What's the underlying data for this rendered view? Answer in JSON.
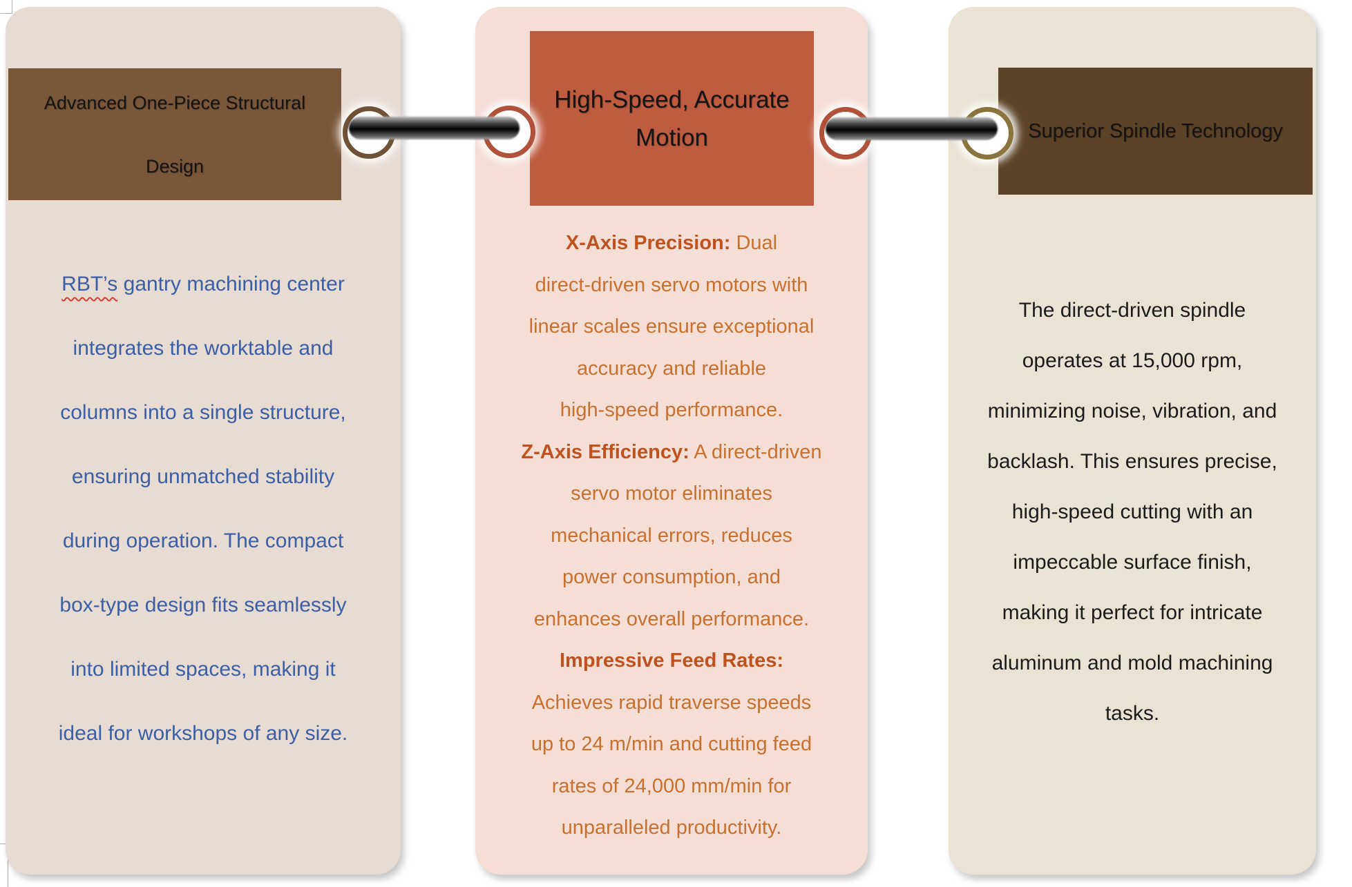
{
  "palette": {
    "page_bg": "#ffffff",
    "card1_bg": "#e8dbd2",
    "card1_header_bg": "#7b573a",
    "card1_text": "#3a5fa7",
    "card2_bg": "#f5ded6",
    "card2_header_bg": "#bf5c40",
    "card2_text": "#c8702e",
    "card2_bold_text": "#c0521e",
    "card3_bg": "#eae3d3",
    "card3_header_bg": "#5c4226",
    "card3_text": "#1b1b1d",
    "header_text": "#141414",
    "ring_brown": "#6f5136",
    "ring_rust": "#b0513a",
    "ring_olive": "#8a733c",
    "spellcheck_underline": "#d23f2f"
  },
  "cards": [
    {
      "title": "Advanced One-Piece Structural Design",
      "title_lines": [
        "Advanced One-Piece Structural",
        "Design"
      ],
      "body_lines": [
        [
          {
            "t": "RBT’s",
            "u": true
          },
          {
            "t": " gantry machining center"
          }
        ],
        [
          {
            "t": "integrates the worktable and"
          }
        ],
        [
          {
            "t": "columns into a single structure,"
          }
        ],
        [
          {
            "t": "ensuring unmatched stability"
          }
        ],
        [
          {
            "t": "during operation. The compact"
          }
        ],
        [
          {
            "t": "box-type design fits seamlessly"
          }
        ],
        [
          {
            "t": "into limited spaces, making it"
          }
        ],
        [
          {
            "t": "ideal for workshops of any size."
          }
        ]
      ]
    },
    {
      "title": "High-Speed, Accurate Motion",
      "title_lines": [
        "High-Speed, Accurate",
        "Motion"
      ],
      "body_lines": [
        [
          {
            "t": "X-Axis Precision:",
            "b": true
          },
          {
            "t": " Dual"
          }
        ],
        [
          {
            "t": "direct-driven servo motors with"
          }
        ],
        [
          {
            "t": "linear scales ensure exceptional"
          }
        ],
        [
          {
            "t": "accuracy and reliable"
          }
        ],
        [
          {
            "t": "high-speed performance."
          }
        ],
        [
          {
            "t": "Z-Axis Efficiency:",
            "b": true
          },
          {
            "t": " A direct-driven"
          }
        ],
        [
          {
            "t": "servo motor eliminates"
          }
        ],
        [
          {
            "t": "mechanical errors, reduces"
          }
        ],
        [
          {
            "t": "power consumption, and"
          }
        ],
        [
          {
            "t": "enhances overall performance."
          }
        ],
        [
          {
            "t": "Impressive Feed Rates:",
            "b": true
          }
        ],
        [
          {
            "t": "Achieves rapid traverse speeds"
          }
        ],
        [
          {
            "t": "up to 24 m/min and cutting feed"
          }
        ],
        [
          {
            "t": "rates of 24,000 mm/min for"
          }
        ],
        [
          {
            "t": "unparalleled productivity."
          }
        ]
      ]
    },
    {
      "title": "Superior Spindle Technology",
      "title_lines": [
        "Superior Spindle Technology"
      ],
      "body_lines": [
        [
          {
            "t": "The direct-driven spindle"
          }
        ],
        [
          {
            "t": "operates at 15,000 rpm,"
          }
        ],
        [
          {
            "t": "minimizing noise, vibration, and"
          }
        ],
        [
          {
            "t": "backlash. This ensures precise,"
          }
        ],
        [
          {
            "t": "high-speed cutting with an"
          }
        ],
        [
          {
            "t": "impeccable surface finish,"
          }
        ],
        [
          {
            "t": "making it perfect for intricate"
          }
        ],
        [
          {
            "t": "aluminum and mold machining"
          }
        ],
        [
          {
            "t": "tasks."
          }
        ]
      ]
    }
  ],
  "connectors": [
    {
      "left_ring": "brown",
      "right_ring": "rust"
    },
    {
      "left_ring": "rust",
      "right_ring": "olive"
    }
  ]
}
